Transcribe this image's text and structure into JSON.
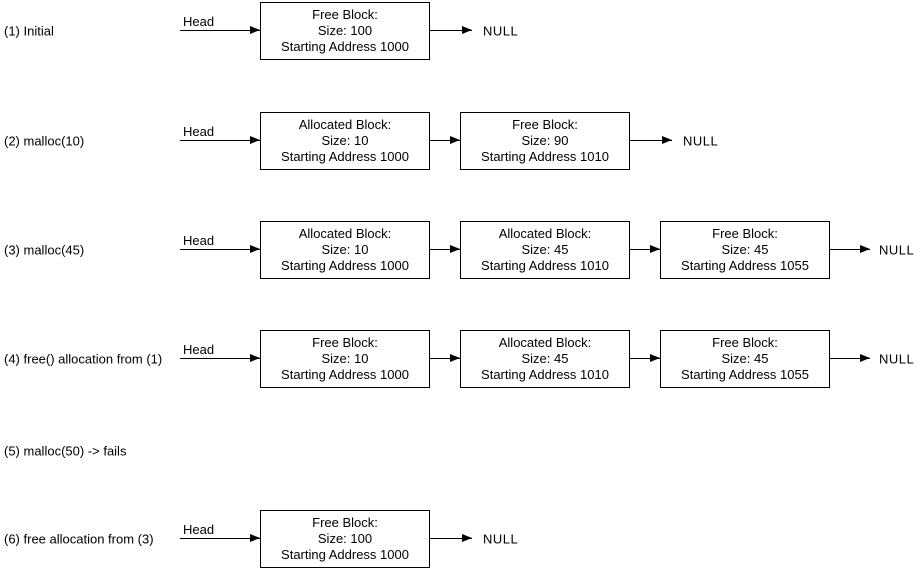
{
  "colors": {
    "ink": "#000000",
    "background": "#ffffff"
  },
  "diagram": {
    "description": "Linked-list states of a memory allocator (malloc/free free-list diagram)",
    "rows": [
      {
        "label": "(1) Initial",
        "head": "Head",
        "terminal": "NULL",
        "boxes": [
          {
            "title": "Free Block:",
            "size": "Size: 100",
            "address": "Starting Address 1000"
          }
        ]
      },
      {
        "label": "(2) malloc(10)",
        "head": "Head",
        "terminal": "NULL",
        "boxes": [
          {
            "title": "Allocated Block:",
            "size": "Size: 10",
            "address": "Starting Address 1000"
          },
          {
            "title": "Free Block:",
            "size": "Size: 90",
            "address": "Starting Address 1010"
          }
        ]
      },
      {
        "label": "(3) malloc(45)",
        "head": "Head",
        "terminal": "NULL",
        "boxes": [
          {
            "title": "Allocated Block:",
            "size": "Size: 10",
            "address": "Starting Address 1000"
          },
          {
            "title": "Allocated Block:",
            "size": "Size: 45",
            "address": "Starting Address 1010"
          },
          {
            "title": "Free Block:",
            "size": "Size: 45",
            "address": "Starting Address 1055"
          }
        ]
      },
      {
        "label": "(4) free() allocation from (1)",
        "head": "Head",
        "terminal": "NULL",
        "boxes": [
          {
            "title": "Free Block:",
            "size": "Size: 10",
            "address": "Starting Address 1000"
          },
          {
            "title": "Allocated Block:",
            "size": "Size: 45",
            "address": "Starting Address 1010"
          },
          {
            "title": "Free Block:",
            "size": "Size: 45",
            "address": "Starting Address 1055"
          }
        ]
      },
      {
        "label": "(5) malloc(50) -> fails",
        "boxes": []
      },
      {
        "label": "(6) free allocation from (3)",
        "head": "Head",
        "terminal": "NULL",
        "boxes": [
          {
            "title": "Free Block:",
            "size": "Size: 100",
            "address": "Starting Address 1000"
          }
        ]
      }
    ]
  }
}
